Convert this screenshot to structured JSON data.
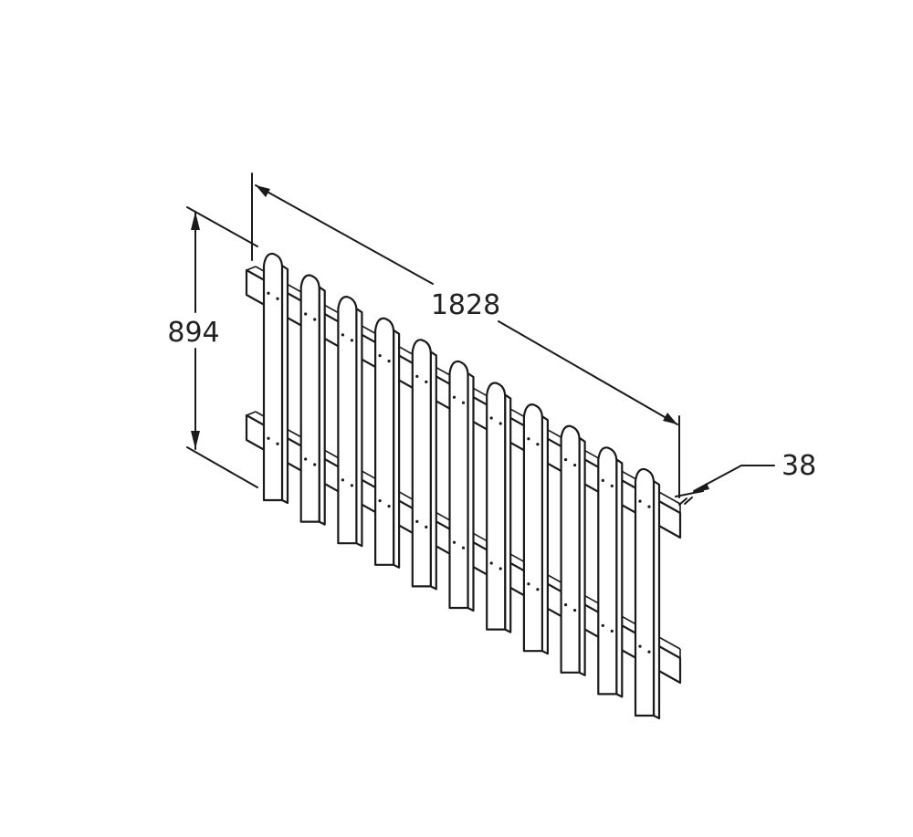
{
  "dimensions": {
    "length": "1828",
    "height": "894",
    "thickness": "38"
  },
  "fence": {
    "picket_count": 11,
    "rail_count": 2
  }
}
